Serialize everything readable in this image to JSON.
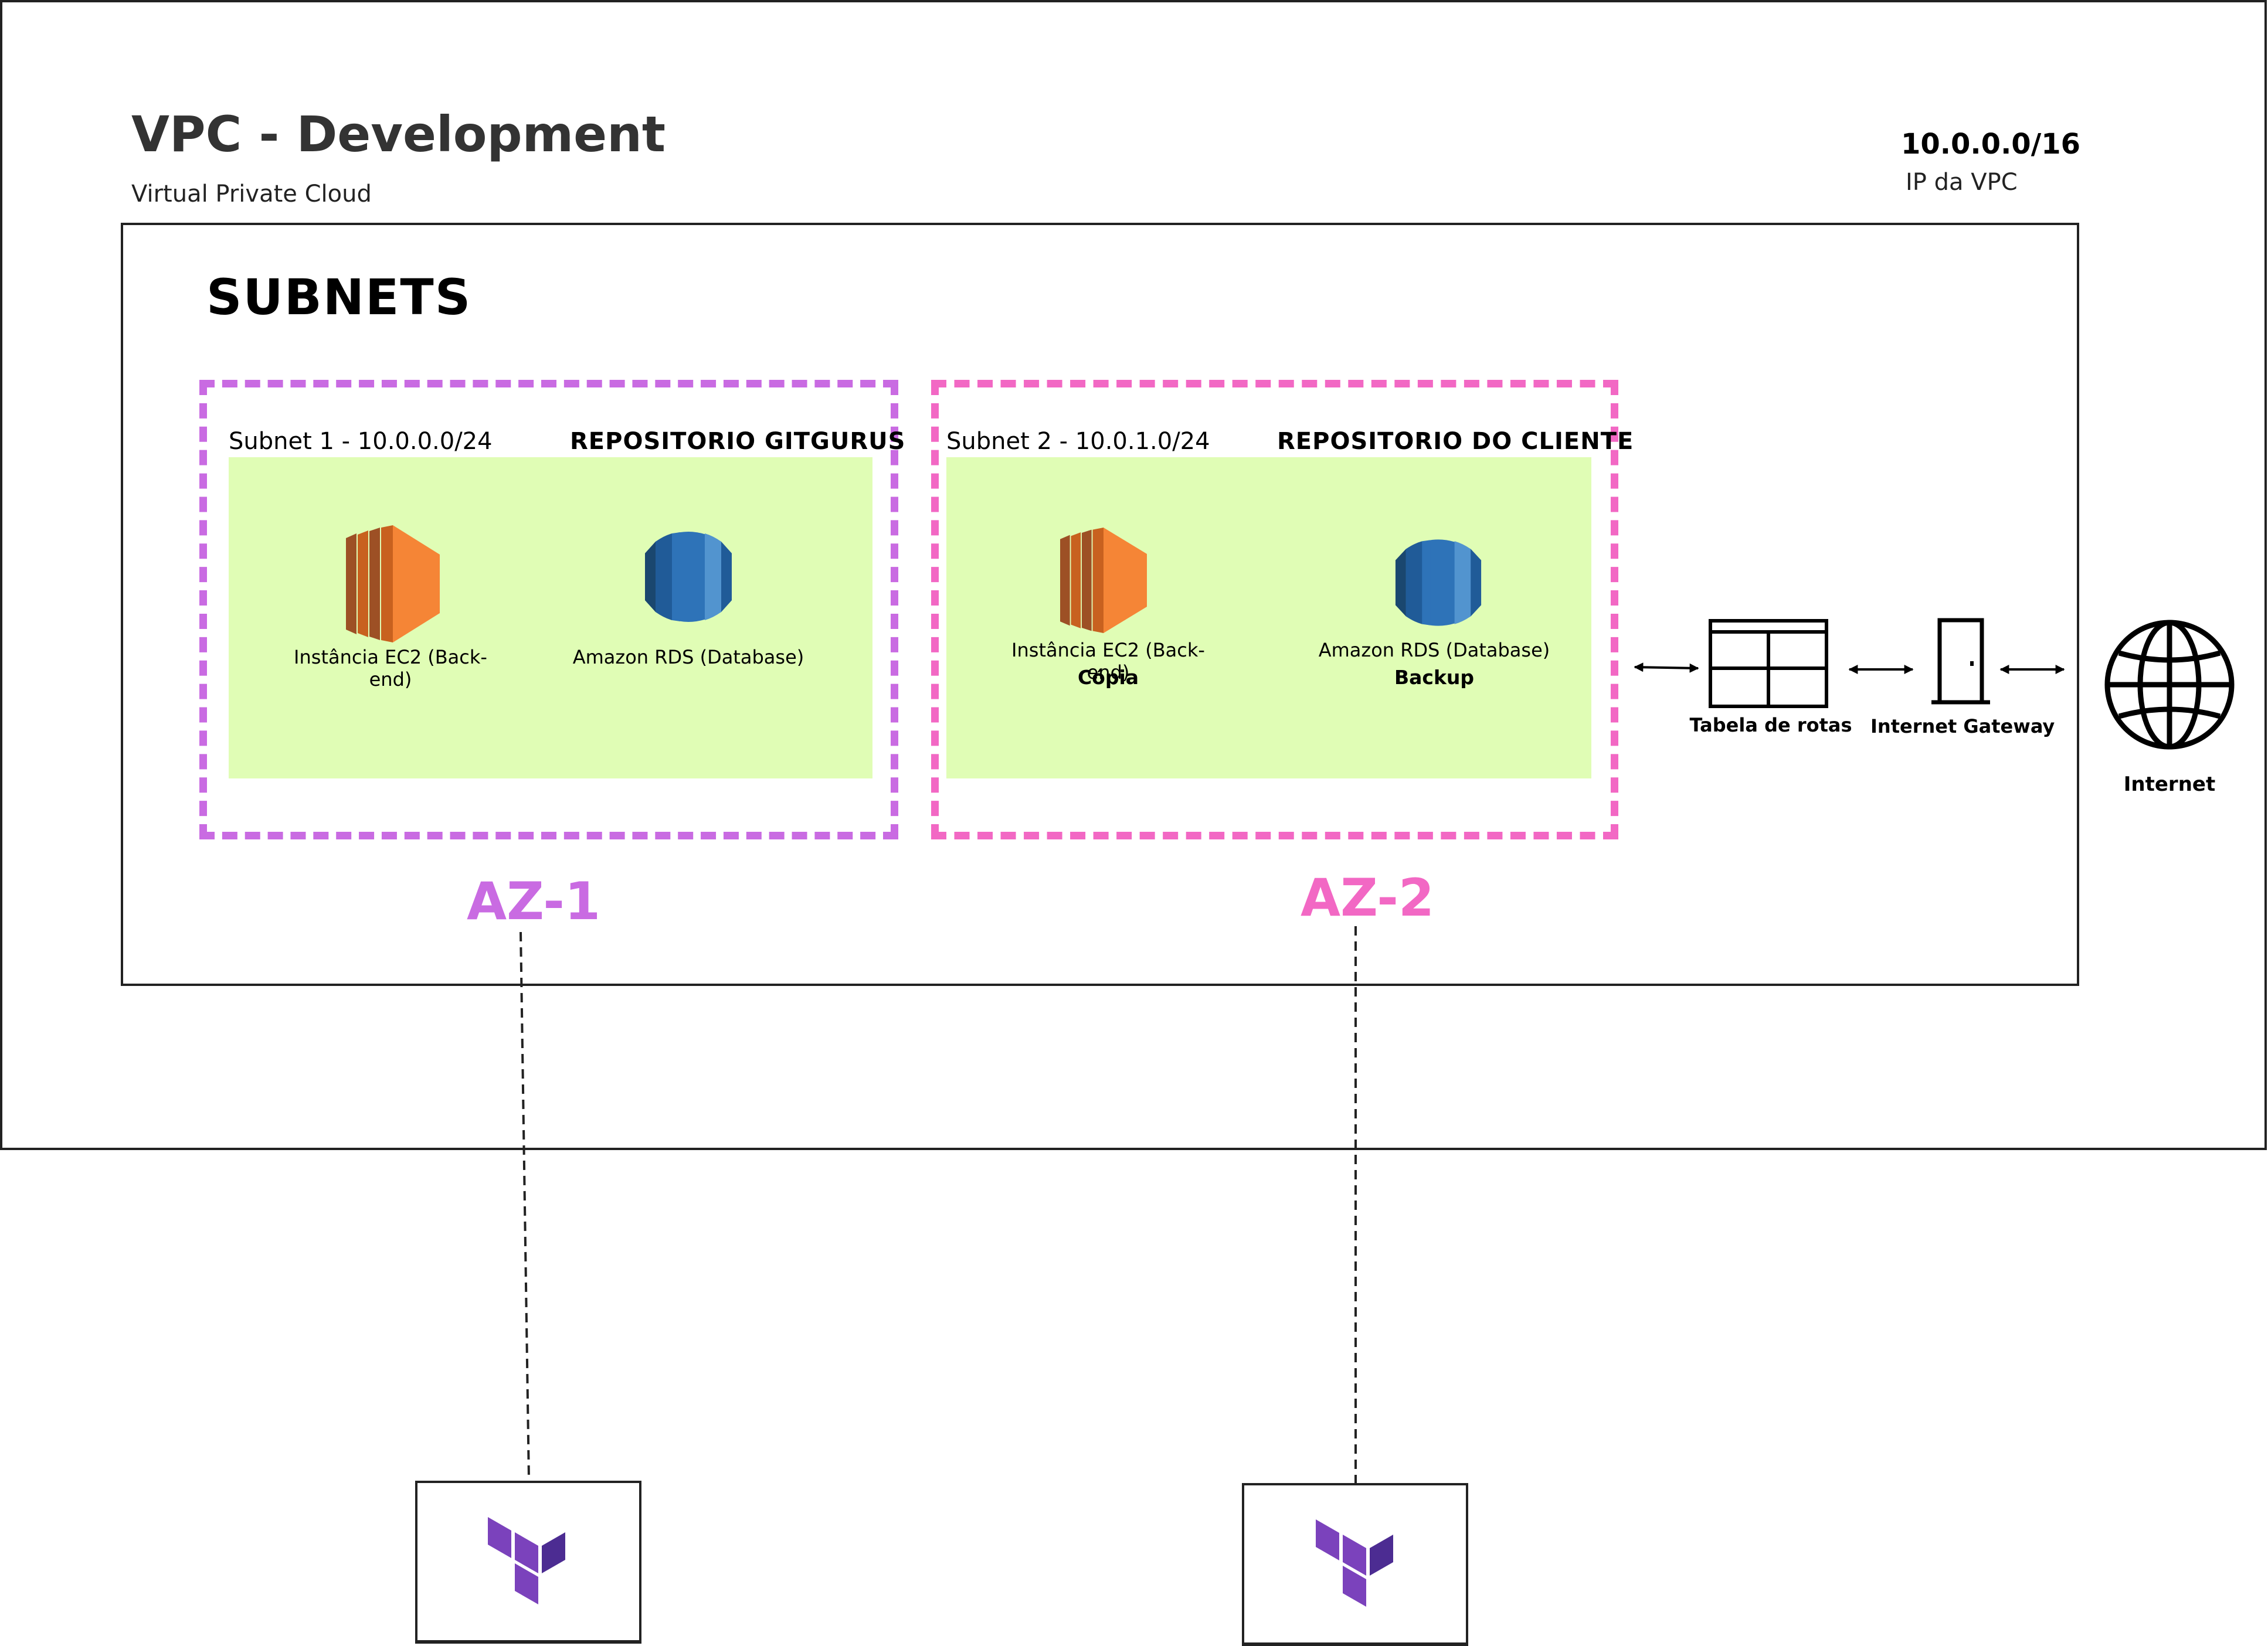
{
  "vpc": {
    "title": "VPC - Development",
    "subtitle": "Virtual Private Cloud",
    "ip": "10.0.0.0/16",
    "ip_label": "IP da VPC"
  },
  "subnets": {
    "title": "SUBNETS",
    "items": [
      {
        "label": "Subnet 1 - 10.0.0.0/24",
        "repo": "REPOSITORIO GITGURUS",
        "ec2_label": "Instância EC2 (Back-end)",
        "ec2_sub": "",
        "rds_label": "Amazon RDS (Database)",
        "rds_sub": "",
        "az": "AZ-1",
        "az_color": "#c96be2"
      },
      {
        "label": "Subnet 2 - 10.0.1.0/24",
        "repo": "REPOSITORIO DO CLIENTE",
        "ec2_label": "Instância EC2 (Back-end)",
        "ec2_sub": "Cópia",
        "rds_label": "Amazon RDS (Database)",
        "rds_sub": "Backup",
        "az": "AZ-2",
        "az_color": "#f268c4"
      }
    ]
  },
  "network": {
    "route_table": "Tabela de rotas",
    "gateway": "Internet Gateway",
    "internet": "Internet"
  },
  "icons": {
    "ec2": "ec2-instance-icon",
    "rds": "rds-database-icon",
    "route_table": "route-table-icon",
    "gateway": "internet-gateway-door-icon",
    "internet": "globe-icon",
    "terraform": "terraform-logo-icon"
  },
  "colors": {
    "subnet_bg": "#e0fdb5",
    "ec2_orange": "#f58536",
    "rds_blue": "#2e73b8",
    "terraform_purple": "#7b42bc"
  }
}
